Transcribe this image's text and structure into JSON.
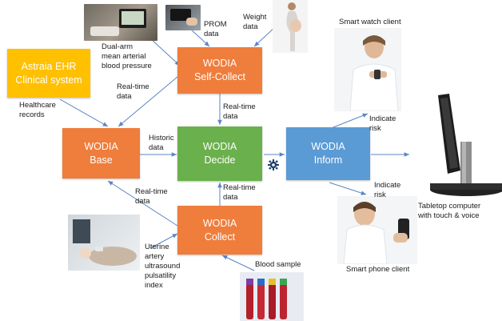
{
  "colors": {
    "orange": "#ef7d3c",
    "green": "#6ab04c",
    "blue": "#5b9bd5",
    "yellow": "#ffc000",
    "arrow": "#5b86c5"
  },
  "boxes": {
    "ehr": {
      "line1": "Astraia EHR",
      "line2": "Clinical system"
    },
    "selfcollect": {
      "line1": "WODIA",
      "line2": "Self-Collect"
    },
    "base": {
      "line1": "WODIA",
      "line2": "Base"
    },
    "decide": {
      "line1": "WODIA",
      "line2": "Decide"
    },
    "inform": {
      "line1": "WODIA",
      "line2": "Inform"
    },
    "collect": {
      "line1": "WODIA",
      "line2": "Collect"
    }
  },
  "labels": {
    "dual_arm": [
      "Dual-arm",
      "mean arterial",
      "blood pressure"
    ],
    "prom": [
      "PROM",
      "data"
    ],
    "weight": [
      "Weight",
      "data"
    ],
    "smart_watch": "Smart watch client",
    "healthcare": [
      "Healthcare",
      "records"
    ],
    "realtime_1": [
      "Real-time",
      "data"
    ],
    "realtime_2": [
      "Real-time",
      "data"
    ],
    "historic": [
      "Historic",
      "data"
    ],
    "indicate_1": [
      "Indicate",
      "risk"
    ],
    "indicate_2": [
      "Indicate",
      "risk"
    ],
    "tabletop": [
      "Tabletop computer",
      "with touch & voice"
    ],
    "realtime_3": [
      "Real-time",
      "data"
    ],
    "realtime_4": [
      "Real-time",
      "data"
    ],
    "uterine": [
      "Uterine",
      "artery",
      "ultrasound",
      "pulsatility",
      "index"
    ],
    "blood_sample": "Blood sample",
    "smart_phone": "Smart phone client"
  },
  "icons": {
    "gear": "gear-icon",
    "bp_monitor": "blood-pressure-monitor-photo",
    "phone": "phone-device-photo",
    "pregnant": "pregnant-woman-photo",
    "watch_nurse": "nurse-smart-watch-photo",
    "tabletop": "tabletop-computer-monitor",
    "ultrasound": "ultrasound-scan-photo",
    "blood_tubes": "blood-sample-tubes-photo",
    "phone_nurse": "nurse-smart-phone-photo"
  }
}
